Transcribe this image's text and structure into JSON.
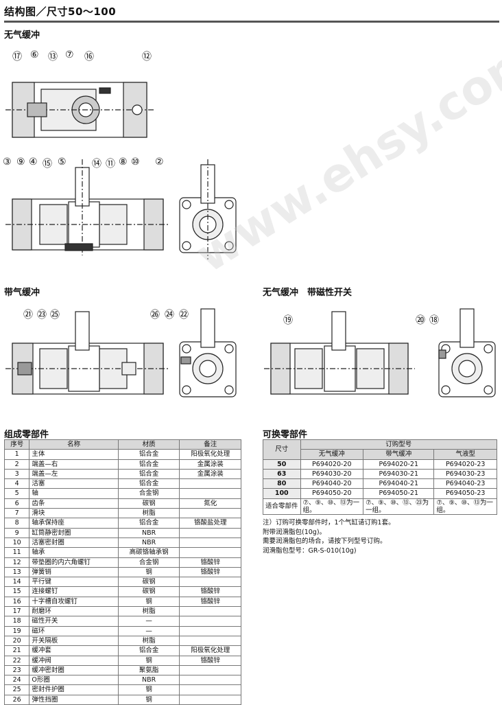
{
  "heading": "结构图／尺寸50～100",
  "views": {
    "no_cushion": "无气缓冲",
    "with_cushion": "带气缓冲",
    "magnetic": "无气缓冲　带磁性开关"
  },
  "callouts": {
    "top": [
      "⑰",
      "⑥",
      "⑬",
      "⑦",
      "⑯",
      "⑫"
    ],
    "mid": [
      "③",
      "⑨",
      "④",
      "⑮",
      "⑤",
      "⑭",
      "⑪",
      "⑧",
      "⑩",
      "②"
    ],
    "cushA": [
      "㉑",
      "㉓",
      "㉕"
    ],
    "cushB": [
      "㉖",
      "㉔",
      "㉒"
    ],
    "magA": [
      "⑲"
    ],
    "magB": [
      "⑳",
      "⑱"
    ]
  },
  "parts_section": "组成零部件",
  "parts_headers": [
    "序号",
    "名称",
    "材质",
    "备注"
  ],
  "parts": [
    [
      "1",
      "主体",
      "铝合金",
      "阳极氧化处理"
    ],
    [
      "2",
      "端盖—右",
      "铝合金",
      "金属涂装"
    ],
    [
      "3",
      "端盖—左",
      "铝合金",
      "金属涂装"
    ],
    [
      "4",
      "活塞",
      "铝合金",
      ""
    ],
    [
      "5",
      "轴",
      "合金钢",
      ""
    ],
    [
      "6",
      "齿条",
      "碳钢",
      "氮化"
    ],
    [
      "7",
      "滑块",
      "树脂",
      ""
    ],
    [
      "8",
      "轴承保持座",
      "铝合金",
      "铬酸盐处理"
    ],
    [
      "9",
      "缸筒静密封圈",
      "NBR",
      ""
    ],
    [
      "10",
      "活塞密封圈",
      "NBR",
      ""
    ],
    [
      "11",
      "轴承",
      "高碳铬轴承钢",
      ""
    ],
    [
      "12",
      "带垫圈的内六角螺钉",
      "合金钢",
      "铬酸锌"
    ],
    [
      "13",
      "弹簧销",
      "钢",
      "铬酸锌"
    ],
    [
      "14",
      "平行键",
      "碳钢",
      ""
    ],
    [
      "15",
      "连接螺钉",
      "碳钢",
      "铬酸锌"
    ],
    [
      "16",
      "十字槽自攻螺钉",
      "钢",
      "铬酸锌"
    ],
    [
      "17",
      "耐磨环",
      "树脂",
      ""
    ],
    [
      "18",
      "磁性开关",
      "—",
      ""
    ],
    [
      "19",
      "磁环",
      "—",
      ""
    ],
    [
      "20",
      "开关隔板",
      "树脂",
      ""
    ],
    [
      "21",
      "缓冲套",
      "铝合金",
      "阳极氧化处理"
    ],
    [
      "22",
      "缓冲阀",
      "钢",
      "铬酸锌"
    ],
    [
      "23",
      "缓冲密封圈",
      "聚氨脂",
      ""
    ],
    [
      "24",
      "O形圈",
      "NBR",
      ""
    ],
    [
      "25",
      "密封件护圈",
      "钢",
      ""
    ],
    [
      "26",
      "弹性挡圈",
      "钢",
      ""
    ]
  ],
  "replace_section": "可换零部件",
  "replace_header_size": "尺寸",
  "replace_header_group": "订购型号",
  "replace_cols": [
    "无气缓冲",
    "带气缓冲",
    "气液型"
  ],
  "replace_rows": [
    [
      "50",
      "P694020-20",
      "P694020-21",
      "P694020-23"
    ],
    [
      "63",
      "P694030-20",
      "P694030-21",
      "P694030-23"
    ],
    [
      "80",
      "P694040-20",
      "P694040-21",
      "P694040-23"
    ],
    [
      "100",
      "P694050-20",
      "P694050-21",
      "P694050-23"
    ]
  ],
  "replace_parts_label": "适合零部件",
  "replace_parts": [
    "⑦、⑨、⑩、⑬为一组。",
    "⑦、⑨、⑩、⑬、㉓为一组。",
    "⑦、⑨、⑩、⑬为一组。"
  ],
  "notes": [
    "注）订购可换零部件时，1个气缸请订购1套。",
    "附带润滑脂包(10g)。",
    "需要润滑脂包的场合，请按下列型号订购。",
    "润滑脂包型号：GR-S-010(10g)"
  ],
  "watermark": "www.ehsy.com"
}
